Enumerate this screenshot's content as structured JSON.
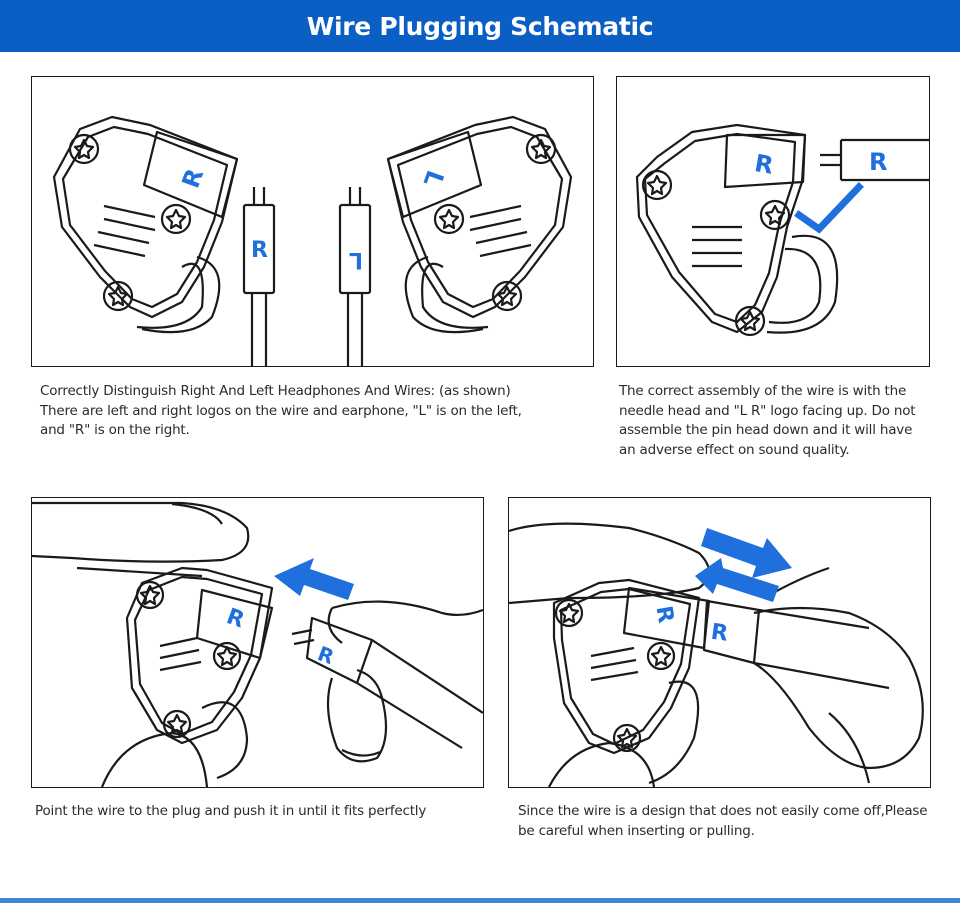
{
  "header": {
    "title": "Wire Plugging Schematic"
  },
  "colors": {
    "accent": "#0b5fc4",
    "logo_blue": "#1f6fdc",
    "line": "#1a1a1a"
  },
  "panels": [
    {
      "id": "distinguish",
      "logos": {
        "right_earphone": "R",
        "right_wire": "R",
        "left_wire": "L",
        "left_earphone": "L"
      },
      "caption": "Correctly Distinguish Right And Left Headphones And Wires: (as shown)\nThere are left and right logos on the wire and earphone, \"L\" is on the left,\nand \"R\" is on the right."
    },
    {
      "id": "assembly",
      "logos": {
        "earphone": "R",
        "wire": "R"
      },
      "icons": [
        "checkmark-icon"
      ],
      "caption": "The correct assembly of the wire is with the\nneedle head and \"L R\" logo facing up. Do not\nassemble the pin head down and it will have\nan adverse effect on sound quality."
    },
    {
      "id": "insert",
      "logos": {
        "earphone": "R",
        "wire": "R"
      },
      "icons": [
        "arrow-left-icon"
      ],
      "caption": "Point the wire to the plug and push it in until it fits perfectly"
    },
    {
      "id": "pull",
      "logos": {
        "earphone": "R",
        "wire": "R"
      },
      "icons": [
        "arrow-right-icon",
        "arrow-left-icon"
      ],
      "caption": "Since the wire is a design that does not easily come off,Please\nbe careful when inserting or pulling."
    }
  ]
}
